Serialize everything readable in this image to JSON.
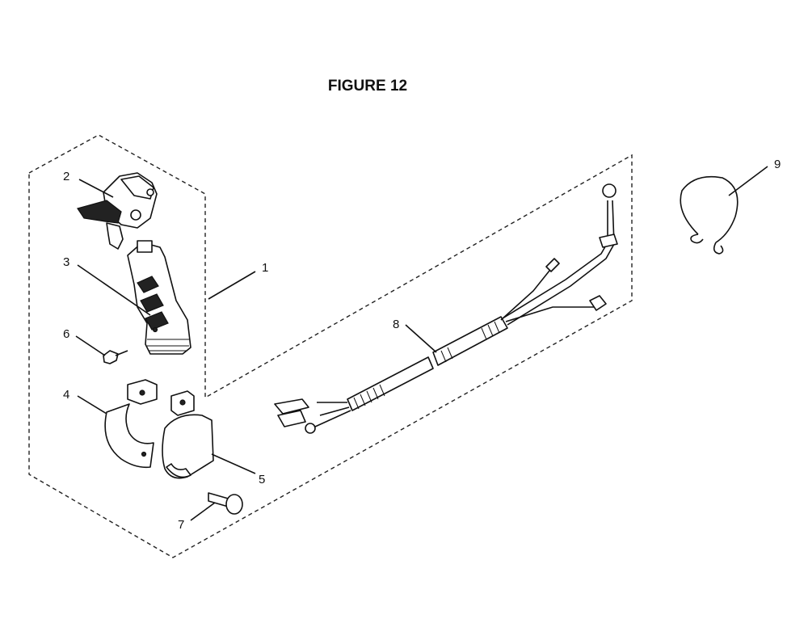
{
  "figure": {
    "title": "FIGURE 12"
  },
  "callouts": [
    {
      "id": "1",
      "label": "1"
    },
    {
      "id": "2",
      "label": "2"
    },
    {
      "id": "3",
      "label": "3"
    },
    {
      "id": "4",
      "label": "4"
    },
    {
      "id": "5",
      "label": "5"
    },
    {
      "id": "6",
      "label": "6"
    },
    {
      "id": "7",
      "label": "7"
    },
    {
      "id": "8",
      "label": "8"
    },
    {
      "id": "9",
      "label": "9"
    }
  ]
}
